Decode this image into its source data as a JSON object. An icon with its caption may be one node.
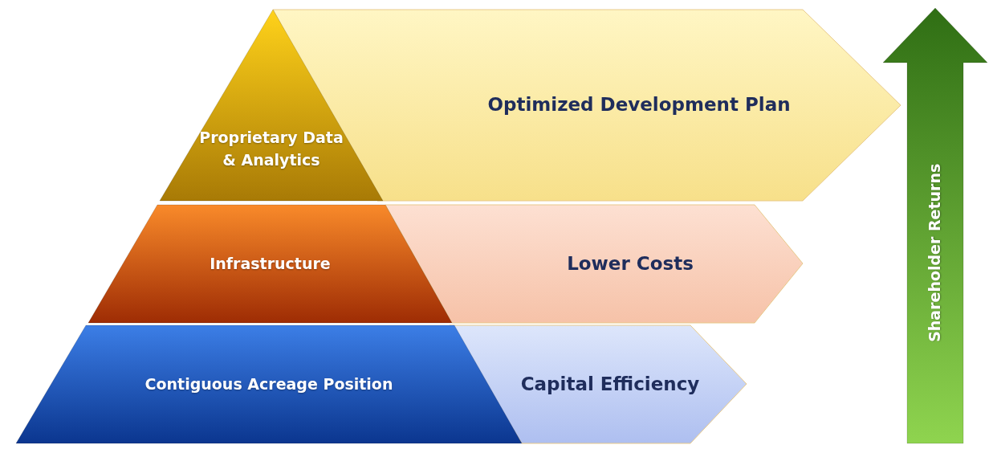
{
  "diagram": {
    "nodes": [
      {
        "text": [
          "Proprietary Data & Analytics"
        ]
      },
      {
        "text": [
          "Optimized Development Plan"
        ]
      },
      {
        "text": [
          "Infrastructure"
        ]
      },
      {
        "text": [
          "Lower Costs"
        ]
      },
      {
        "text": [
          "Contiguous Acreage Position"
        ]
      },
      {
        "text": [
          "Capital Efficiency"
        ]
      },
      {
        "text": [
          "Shareholder Returns"
        ]
      }
    ]
  }
}
